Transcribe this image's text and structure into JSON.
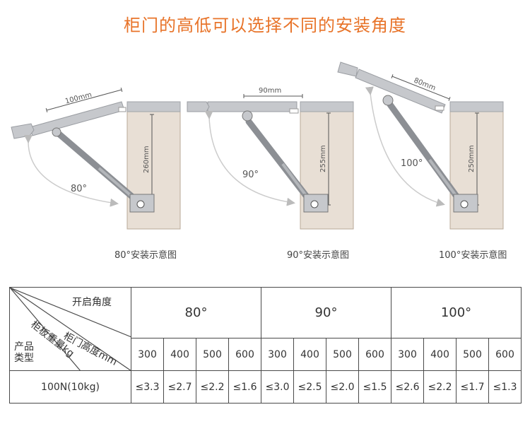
{
  "title": "柜门的高低可以选择不同的安装角度",
  "diagrams": [
    {
      "width_label": "100mm",
      "height_label": "260mm",
      "angle_label": "80°",
      "caption": "80°安装示意图"
    },
    {
      "width_label": "90mm",
      "height_label": "255mm",
      "angle_label": "90°",
      "caption": "90°安装示意图"
    },
    {
      "width_label": "80mm",
      "height_label": "250mm",
      "angle_label": "100°",
      "caption": "100°安装示意图"
    }
  ],
  "table": {
    "header_open_angle": "开启角度",
    "header_door_height": "柜门高度mm",
    "header_panel_weight": "柜板重量kg",
    "header_product_type": "产品\n类型",
    "angles": [
      "80°",
      "90°",
      "100°"
    ],
    "heights": [
      "300",
      "400",
      "500",
      "600",
      "300",
      "400",
      "500",
      "600",
      "300",
      "400",
      "500",
      "600"
    ],
    "row_label": "100N(10kg)",
    "values": [
      "≤3.3",
      "≤2.7",
      "≤2.2",
      "≤1.6",
      "≤3.0",
      "≤2.5",
      "≤2.0",
      "≤1.5",
      "≤2.6",
      "≤2.2",
      "≤1.7",
      "≤1.3"
    ]
  }
}
